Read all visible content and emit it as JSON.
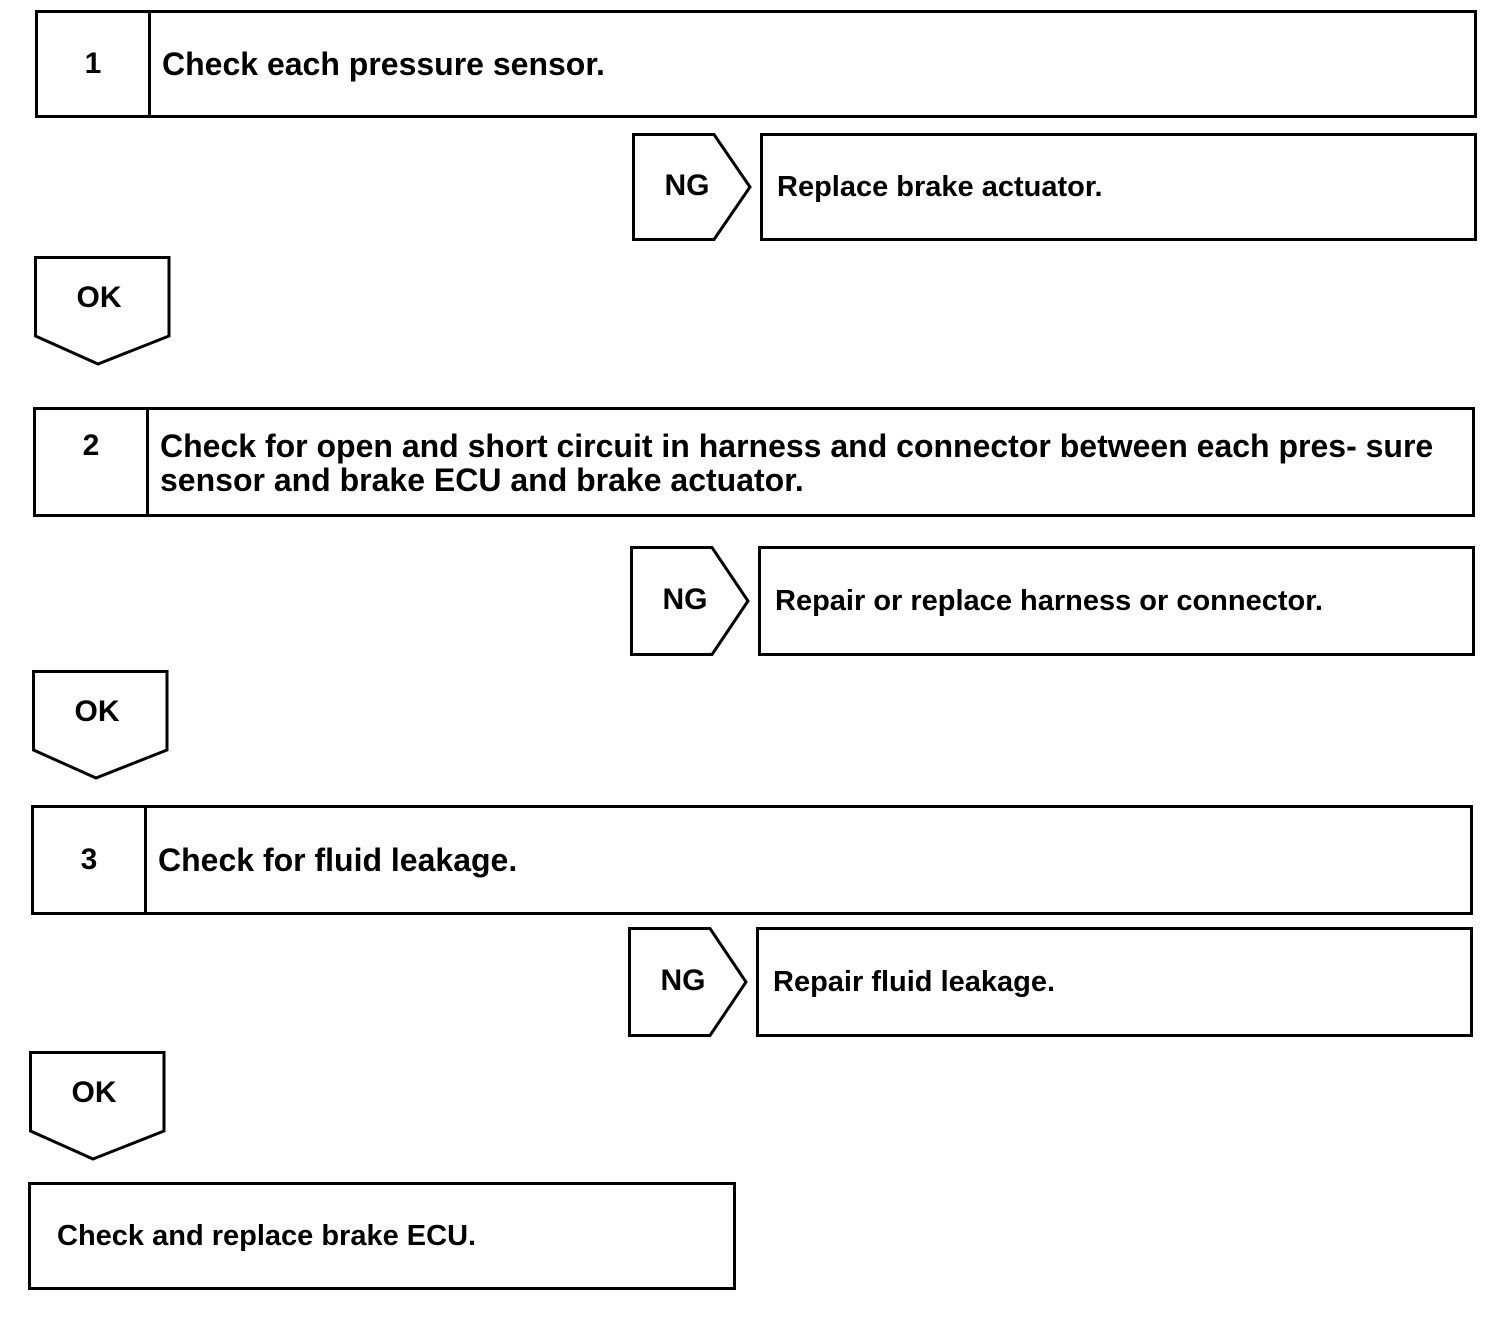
{
  "steps": [
    {
      "number": "1",
      "text": "Check each pressure sensor."
    },
    {
      "number": "2",
      "text": "Check for open and short circuit in harness and connector between each pres- sure sensor and brake ECU and brake actuator."
    },
    {
      "number": "3",
      "text": "Check for fluid leakage."
    }
  ],
  "ng_branches": [
    {
      "label": "NG",
      "action": "Replace brake actuator."
    },
    {
      "label": "NG",
      "action": "Repair or replace harness or connector."
    },
    {
      "label": "NG",
      "action": "Repair fluid leakage."
    }
  ],
  "ok_labels": [
    "OK",
    "OK",
    "OK"
  ],
  "final_action": "Check and replace brake ECU."
}
